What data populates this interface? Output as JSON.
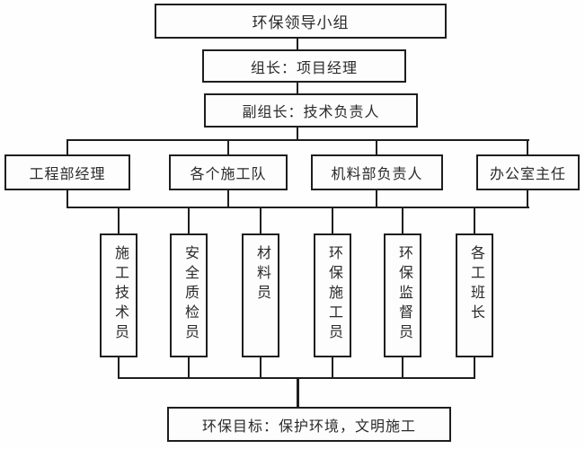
{
  "diagram": {
    "top": {
      "label": "环保领导小组"
    },
    "leader": {
      "label": "组长：项目经理"
    },
    "deputy": {
      "label": "副组长：技术负责人"
    },
    "departments": [
      {
        "label": "工程部经理"
      },
      {
        "label": "各个施工队"
      },
      {
        "label": "机料部负责人"
      },
      {
        "label": "办公室主任"
      }
    ],
    "staff": [
      {
        "label": "施工技术员"
      },
      {
        "label": "安全质检员"
      },
      {
        "label": "材料员"
      },
      {
        "label": "环保施工员"
      },
      {
        "label": "环保监督员"
      },
      {
        "label": "各工班长"
      }
    ],
    "goal": {
      "label": "环保目标：保护环境，文明施工"
    }
  },
  "colors": {
    "line": "#1e1e1e",
    "background": "#ffffff",
    "text": "#2a2a2a"
  }
}
